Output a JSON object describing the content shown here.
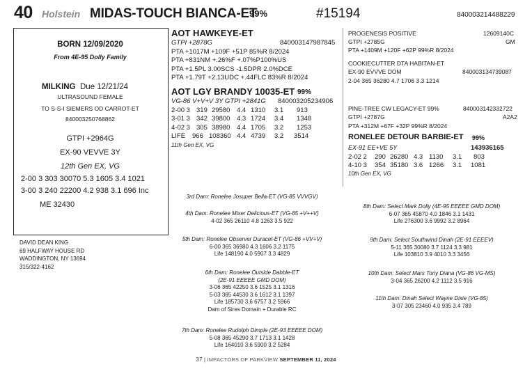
{
  "header": {
    "lot": "40",
    "breed": "Holstein",
    "name": "MIDAS-TOUCH BIANCA-ET",
    "score": "99%",
    "lot_number": "#15194",
    "registration": "840003214488229"
  },
  "animal": {
    "born": "BORN  12/09/2020",
    "family": "From 4E-95 Dolly Family",
    "milking_label": "MILKING",
    "milking_due": "Due 12/21/24",
    "ultrasound": "ULTRASOUND FEMALE",
    "service_sire": "TO S-S-I SIEMERS OD CARROT-ET",
    "service_sire_reg": "840003250768862",
    "gtpi": "GTPI +2964G",
    "classification": "EX-90 VEVVE  3Y",
    "generation": "12th Gen EX, VG",
    "records": [
      "2-00 3 303  30070 5.3 1605 3.4 1021",
      "3-00 3 240 22200 4.2 938 3.1 696 Inc",
      "ME 32430"
    ]
  },
  "breeder": {
    "lines": [
      "DAVID DEAN KING",
      "69 HALFWAY HOUSE RD",
      "WADDINGTON, NY  13694",
      "315/322-4162"
    ]
  },
  "sire": {
    "name": "AOT HAWKEYE-ET",
    "gtpi": "GTPI +2878G",
    "reg": "840003147987845",
    "rows": [
      "PTA +1017M   +109F   +51P  85%R  8/2024",
      "PTA +831NM  +.26%F  +.07%P100%US",
      "PTA +1.5PL  3.00SCS  -1.5DPR  2.0%DCE",
      "PTA +1.79T  +2.13UDC  +.44FLC  83%R  8/2024"
    ]
  },
  "dam": {
    "name": "AOT LGY BRANDY 10035-ET",
    "score": "99%",
    "classification": "VG-86 V+V+V 3Y  GTPI +2841G",
    "reg": "840003205234906",
    "records": [
      [
        "2-00 3",
        "319",
        "29580",
        "4.4",
        "1310",
        "3.1",
        "913"
      ],
      [
        "3-01 3",
        "342",
        "39800",
        "4.3",
        "1724",
        "3.4",
        "1348"
      ],
      [
        "4-02 3",
        "305",
        "38980",
        "4.4",
        "1705",
        "3.2",
        "1253"
      ],
      [
        "LIFE",
        "966",
        "108360",
        "4.4",
        "4739",
        "3.2",
        "3514"
      ]
    ],
    "generation": "11th Gen EX, VG"
  },
  "maternal_grandsire": {
    "name": "PROGENESIS POSITIVE",
    "code": "12609140C",
    "gtpi": "GTPI +2785G",
    "gm": "GM",
    "pta": "PTA  +1409M   +120F   +62P  99%R  8/2024"
  },
  "maternal_granddam": {
    "name": "COOKIECUTTER DTA HABITAN-ET",
    "classification": "EX-90 EVVVE DOM",
    "reg": "840003134739087",
    "record": "2-04 365 36280 4.7 1706 3.3 1214"
  },
  "maternal_grandsire_2": {
    "name": "PINE-TREE CW LEGACY-ET  99%",
    "reg": "840003142332722",
    "gtpi": "GTPI +2787G",
    "a2": "A2A2",
    "pta": "PTA  +312M   +67F   +32P  99%R  8/2024"
  },
  "granddam": {
    "name": "RONELEE DETOUR BARBIE-ET",
    "score": "99%",
    "classification": "EX-91 EE+VE 5Y",
    "reg": "143936165",
    "records": [
      [
        "2-02 2",
        "290",
        "26280",
        "4.3",
        "1130",
        "3.1",
        "803"
      ],
      [
        "4-10 3",
        "354",
        "35180",
        "3.6",
        "1266",
        "3.1",
        "1081"
      ]
    ],
    "generation": "10th Gen EX, VG"
  },
  "pedigree": {
    "dam3": [
      "3rd Dam: Ronelee Josuper Bella-ET  (VG-85 VVVGV)"
    ],
    "dam4": [
      "4th Dam: Ronelee Mixer Delicious-ET  (VG-85 +V++V)",
      "4-02 365 26110 4.8 1263 3.5 922"
    ],
    "dam5": [
      "5th Dam: Ronelee Observer Duracel-ET  (VG-86 +VV+V)",
      "6-00 365 36980 4.3 1606 3.2 1175",
      "Life 148190 4.0 5907 3.3 4829"
    ],
    "dam6": [
      "6th Dam: Ronelee Outside Dabble-ET",
      "(2E-91 EEEEE GMD DOM)",
      "3-06 365 42250 3.6 1525 3.1 1316",
      "5-03 365 44530 3.6 1612 3.1 1397",
      "Life 185730 3.6 6757 3.2 5966",
      "Dam of Sires Domain + Durable RC"
    ],
    "dam7": [
      "7th Dam: Ronelee Rudolph Dimple  (2E-93 EEEEE DOM)",
      "5-08 365 45290 3.7 1713 3.1 1428",
      "Life 164010 3.6 5900 3.2 5284"
    ],
    "dam8": [
      "8th Dam: Select Mark Dolly (4E-95 EEEEE GMD DOM)",
      "6-07 365 45870 4.0 1846 3.1 1431",
      "Life 276300 3.6 9992 3.2 8964"
    ],
    "dam9": [
      "9th Dam: Select Southwind Dinah  (2E-91 EEEEV)",
      "5-11 365 30080 3.7 1124 3.3 981",
      "Life 103810 3.9 4010 3.3 3456"
    ],
    "dam10": [
      "10th Dam: Select Mars Tony Diana  (VG-86 VG-MS)",
      "3-04 365 26200 4.2 1112 3.5 916"
    ],
    "dam11": [
      "11th Dam: Dinah Select Wayne Dixie  (VG-85)",
      "3-07 305 23460 4.0 935 3.4 789"
    ]
  },
  "footer": {
    "page": "37",
    "sep": "|",
    "magazine": "IMPACTORS OF PARKVIEW",
    "date": "SEPTEMBER 11, 2024"
  }
}
